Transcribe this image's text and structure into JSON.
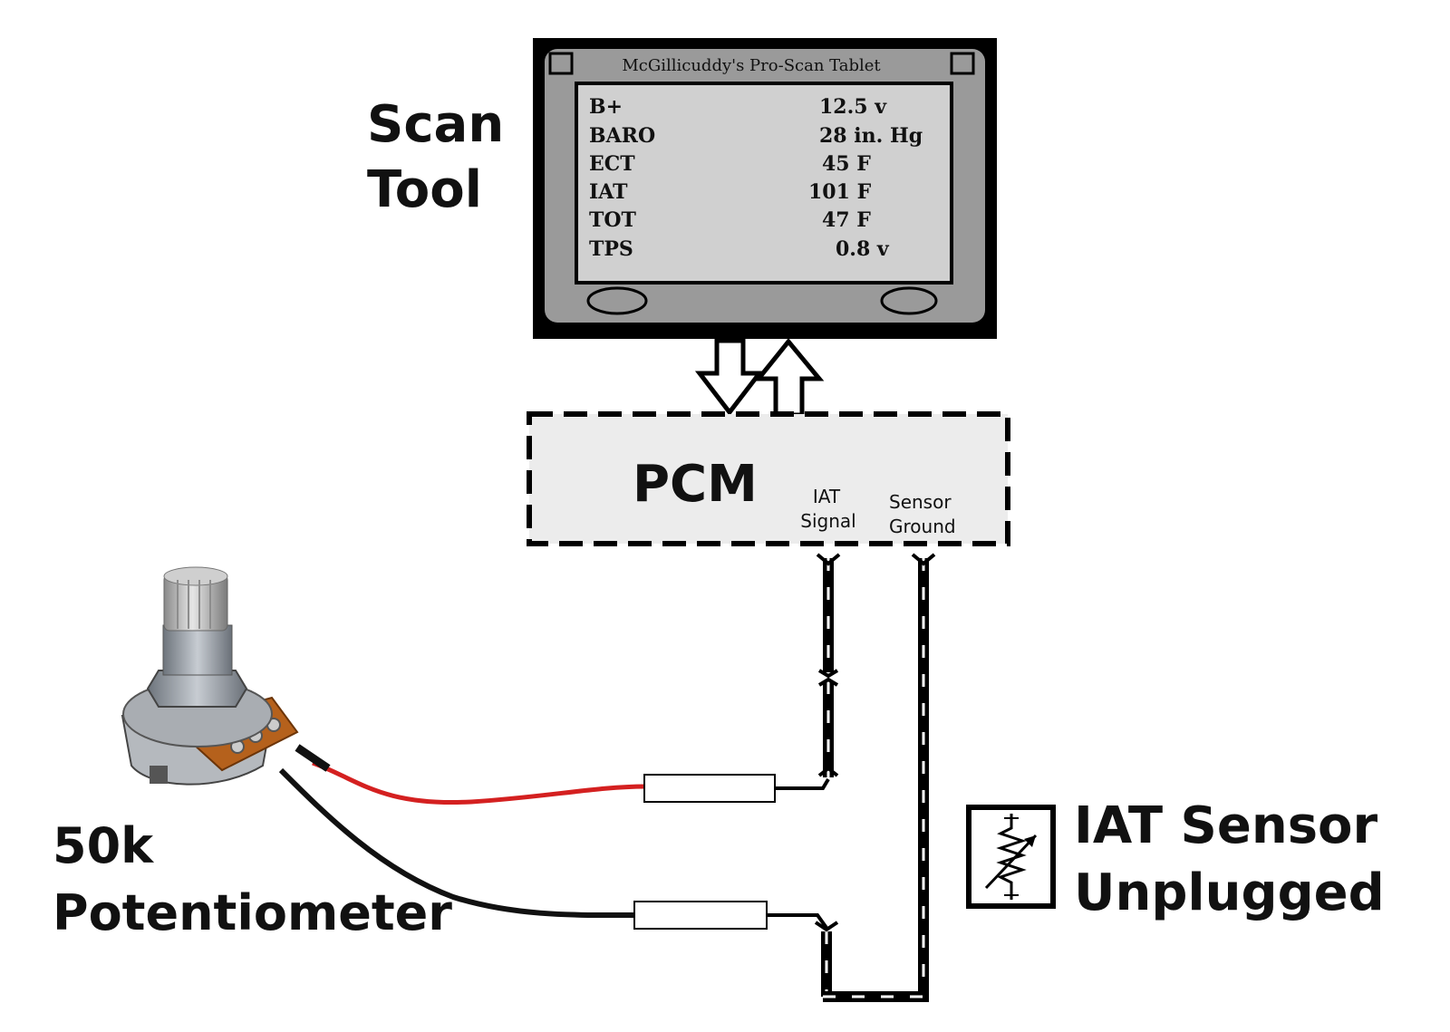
{
  "scan_tool": {
    "label_line1": "Scan",
    "label_line2": "Tool",
    "title": "McGillicuddy's Pro-Scan Tablet",
    "readings": [
      {
        "name": "B+",
        "value": "12.5 v"
      },
      {
        "name": "BARO",
        "value": "28 in. Hg"
      },
      {
        "name": "ECT",
        "value": "45 F"
      },
      {
        "name": "IAT",
        "value": "101 F"
      },
      {
        "name": "TOT",
        "value": "47 F"
      },
      {
        "name": "TPS",
        "value": "0.8 v"
      }
    ]
  },
  "pcm": {
    "label": "PCM",
    "pin_signal_line1": "IAT",
    "pin_signal_line2": "Signal",
    "pin_ground_line1": "Sensor",
    "pin_ground_line2": "Ground"
  },
  "potentiometer": {
    "label_line1": "50k",
    "label_line2": "Potentiometer",
    "wire_colors": {
      "signal": "#d42020",
      "ground": "#111111"
    }
  },
  "iat_sensor": {
    "label_line1": "IAT Sensor",
    "label_line2": "Unplugged"
  }
}
